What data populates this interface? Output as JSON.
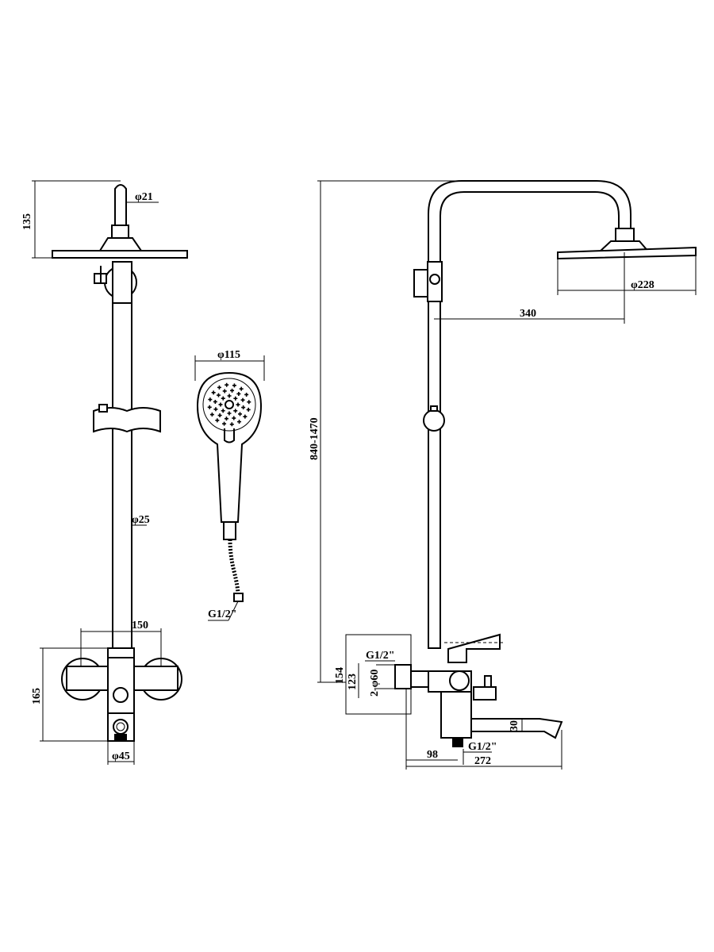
{
  "dimensions": {
    "arm_height": "135",
    "arm_diameter": "φ21",
    "hand_shower_diameter": "φ115",
    "rail_diameter": "φ25",
    "hose_thread": "G1/2\"",
    "mixer_width": "150",
    "mixer_height": "165",
    "outlet_diameter": "φ45",
    "total_height": "840-1470",
    "head_diameter": "φ228",
    "arm_reach": "340",
    "wall_thread": "G1/2\"",
    "wall_depth": "154",
    "eccentric_height": "123",
    "cover_diameter": "2-φ60",
    "spout_height": "30",
    "outlet_thread": "G1/2\"",
    "depth_to_outlet": "98",
    "spout_reach": "272"
  }
}
